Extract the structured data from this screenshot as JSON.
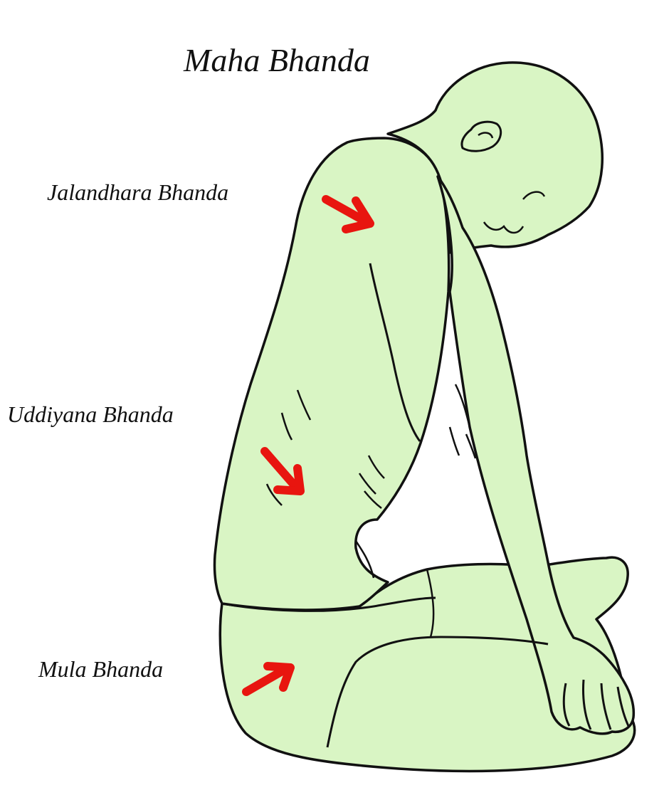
{
  "title": "Maha Bhanda",
  "labels": {
    "jalandhara": "Jalandhara Bhanda",
    "uddiyana": "Uddiyana Bhanda",
    "mula": "Mula Bhanda"
  },
  "colors": {
    "background": "#ffffff",
    "skin": "#d9f5c4",
    "outline": "#111111",
    "arrow": "#e8150f"
  }
}
